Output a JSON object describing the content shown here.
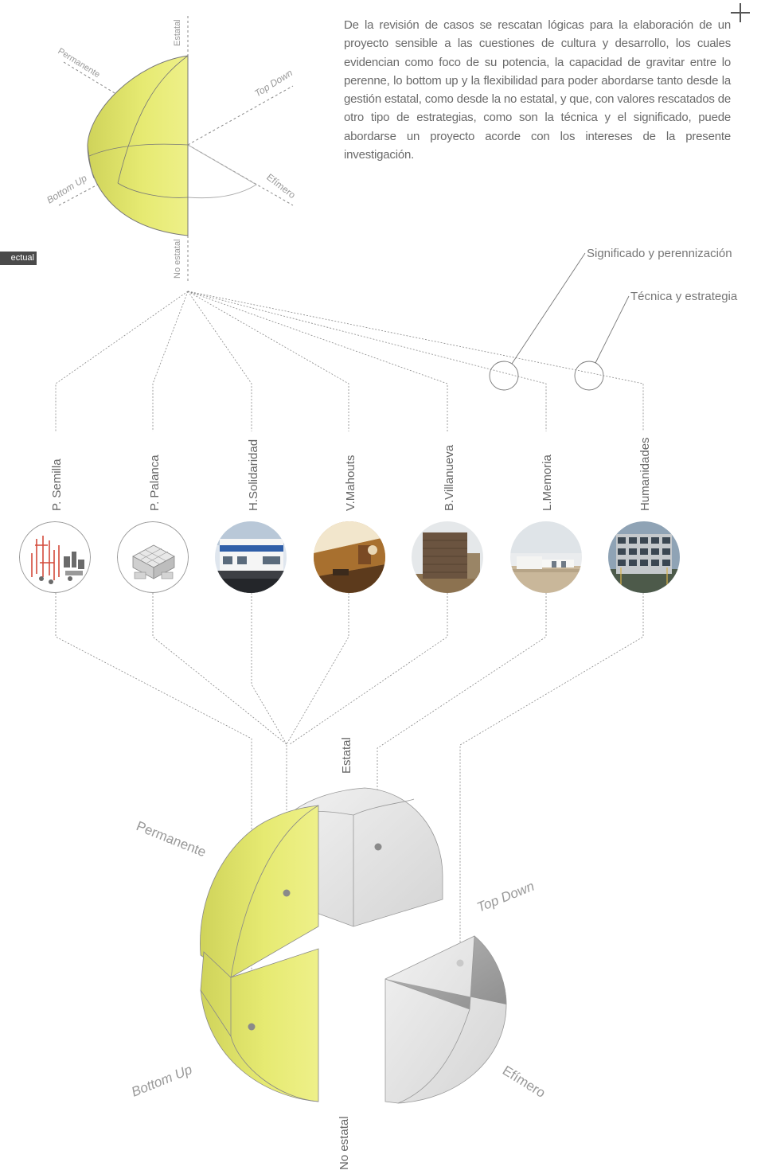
{
  "paragraph": "De la revisión de casos se rescatan lógicas para la elaboración de un proyecto sensible a las cuestiones de cultura y desarrollo, los cuales evidencian como foco de su potencia, la capacidad de gravitar entre lo perenne, lo bottom up y la flexibilidad para poder abordarse tanto desde la gestión estatal, como desde la no estatal, y que, con valores rescatados de otro tipo de estrategias, como son la técnica y el significado, puede abordarse un proyecto acorde con los intereses de la presente investigación.",
  "side_tab": "ectual",
  "small_diagram": {
    "estatal": "Estatal",
    "no_estatal": "No estatal",
    "permanente": "Permanente",
    "top_down": "Top Down",
    "bottom_up": "Bottom Up",
    "efimero": "Efímero"
  },
  "callouts": {
    "significado": "Significado y perennización",
    "tecnica": "Técnica y estrategia"
  },
  "cases": [
    {
      "label": "P. Semilla"
    },
    {
      "label": "P. Palanca"
    },
    {
      "label": "H.Solidaridad"
    },
    {
      "label": "V.Mahouts"
    },
    {
      "label": "B.Villanueva"
    },
    {
      "label": "L.Memoria"
    },
    {
      "label": "Humanidades"
    }
  ],
  "large_diagram": {
    "estatal": "Estatal",
    "no_estatal": "No estatal",
    "permanente": "Permanente",
    "top_down": "Top Down",
    "bottom_up": "Bottom Up",
    "efimero": "Efímero"
  },
  "colors": {
    "yellow": "#e4e86e",
    "light_gray": "#e3e3e3",
    "mid_gray": "#bdbdbd",
    "line": "#8a8a8a"
  }
}
